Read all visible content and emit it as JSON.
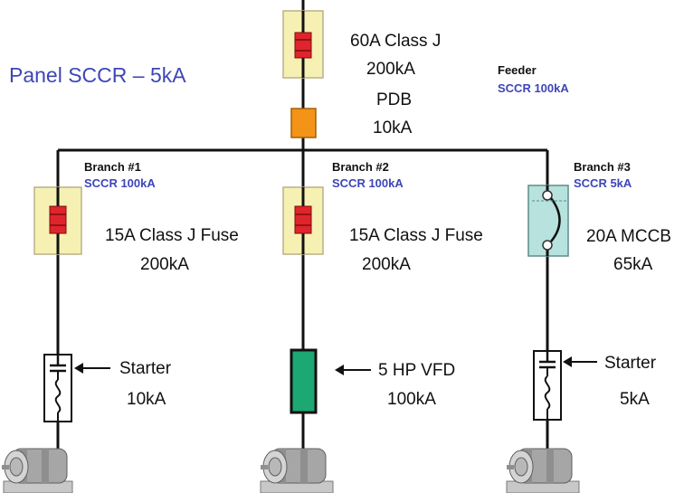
{
  "panel": {
    "title": "Panel SCCR – 5kA"
  },
  "main_fuse": {
    "rating": "60A Class J",
    "sccr": "200kA"
  },
  "pdb": {
    "label": "PDB",
    "sccr": "10kA"
  },
  "feeder": {
    "label": "Feeder",
    "sccr": "SCCR 100kA"
  },
  "branches": [
    {
      "label": "Branch #1",
      "sccr": "SCCR 100kA",
      "device": "15A Class J Fuse",
      "device_sccr": "200kA",
      "load": "Starter",
      "load_sccr": "10kA"
    },
    {
      "label": "Branch #2",
      "sccr": "SCCR 100kA",
      "device": "15A Class J Fuse",
      "device_sccr": "200kA",
      "load": "5 HP VFD",
      "load_sccr": "100kA"
    },
    {
      "label": "Branch #3",
      "sccr": "SCCR 5kA",
      "device": "20A MCCB",
      "device_sccr": "65kA",
      "load": "Starter",
      "load_sccr": "5kA"
    }
  ],
  "colors": {
    "fuse_holder": "#f6f1b2",
    "fuse_element": "#e0242b",
    "pdb": "#f39418",
    "mccb": "#b7e2de",
    "vfd": "#1ba873",
    "accent_text": "#3d46b8",
    "wire": "#111111"
  }
}
